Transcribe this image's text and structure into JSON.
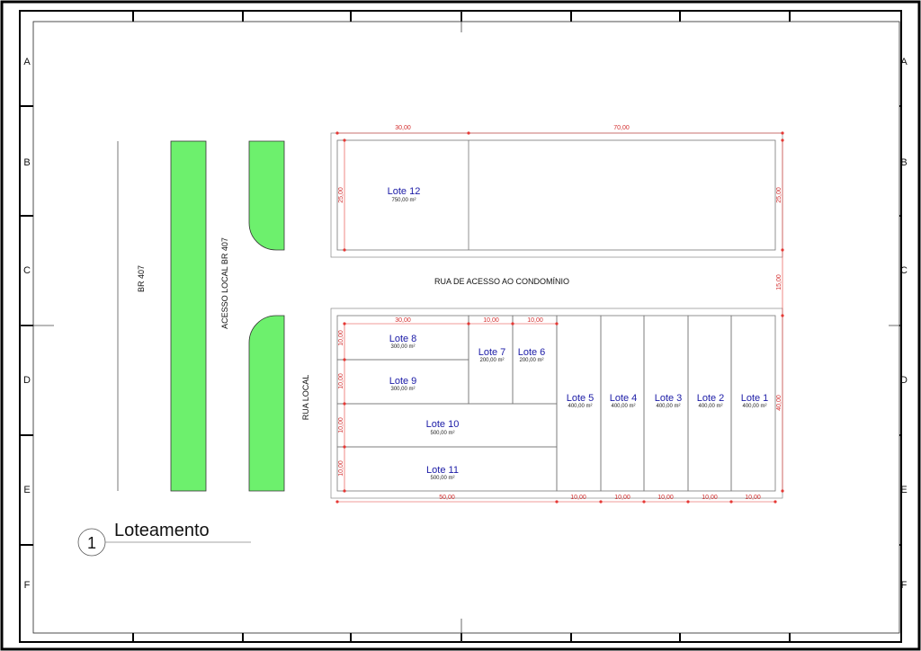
{
  "grid_letters": [
    "A",
    "B",
    "C",
    "D",
    "E",
    "F"
  ],
  "roads": {
    "highway": "BR 407",
    "access": "ACESSO LOCAL BR 407",
    "local": "RUA LOCAL",
    "condo": "RUA DE ACESSO AO CONDOMÍNIO"
  },
  "lots": [
    {
      "name": "Lote 12",
      "area": "750,00 m²"
    },
    {
      "name": "Lote 8",
      "area": "300,00 m²"
    },
    {
      "name": "Lote 9",
      "area": "300,00 m²"
    },
    {
      "name": "Lote 10",
      "area": "500,00 m²"
    },
    {
      "name": "Lote 11",
      "area": "500,00 m²"
    },
    {
      "name": "Lote 7",
      "area": "200,00 m²"
    },
    {
      "name": "Lote 6",
      "area": "200,00 m²"
    },
    {
      "name": "Lote 5",
      "area": "400,00 m²"
    },
    {
      "name": "Lote 4",
      "area": "400,00 m²"
    },
    {
      "name": "Lote 3",
      "area": "400,00 m²"
    },
    {
      "name": "Lote 2",
      "area": "400,00 m²"
    },
    {
      "name": "Lote 1",
      "area": "400,00 m²"
    }
  ],
  "dimensions": {
    "top_left": "30,00",
    "top_right": "70,00",
    "upper_left_side": "25,00",
    "upper_right_side": "25,00",
    "road_width": "15,00",
    "lower_top_left": "30,00",
    "lower_top_mid1": "10,00",
    "lower_top_mid2": "10,00",
    "lower_right_side": "40,00",
    "left_rows": [
      "10,00",
      "10,00",
      "10,00",
      "10,00"
    ],
    "bottom_left": "50,00",
    "bottom_segments": [
      "10,00",
      "10,00",
      "10,00",
      "10,00",
      "10,00"
    ]
  },
  "title": {
    "number": "1",
    "text": "Loteamento"
  }
}
